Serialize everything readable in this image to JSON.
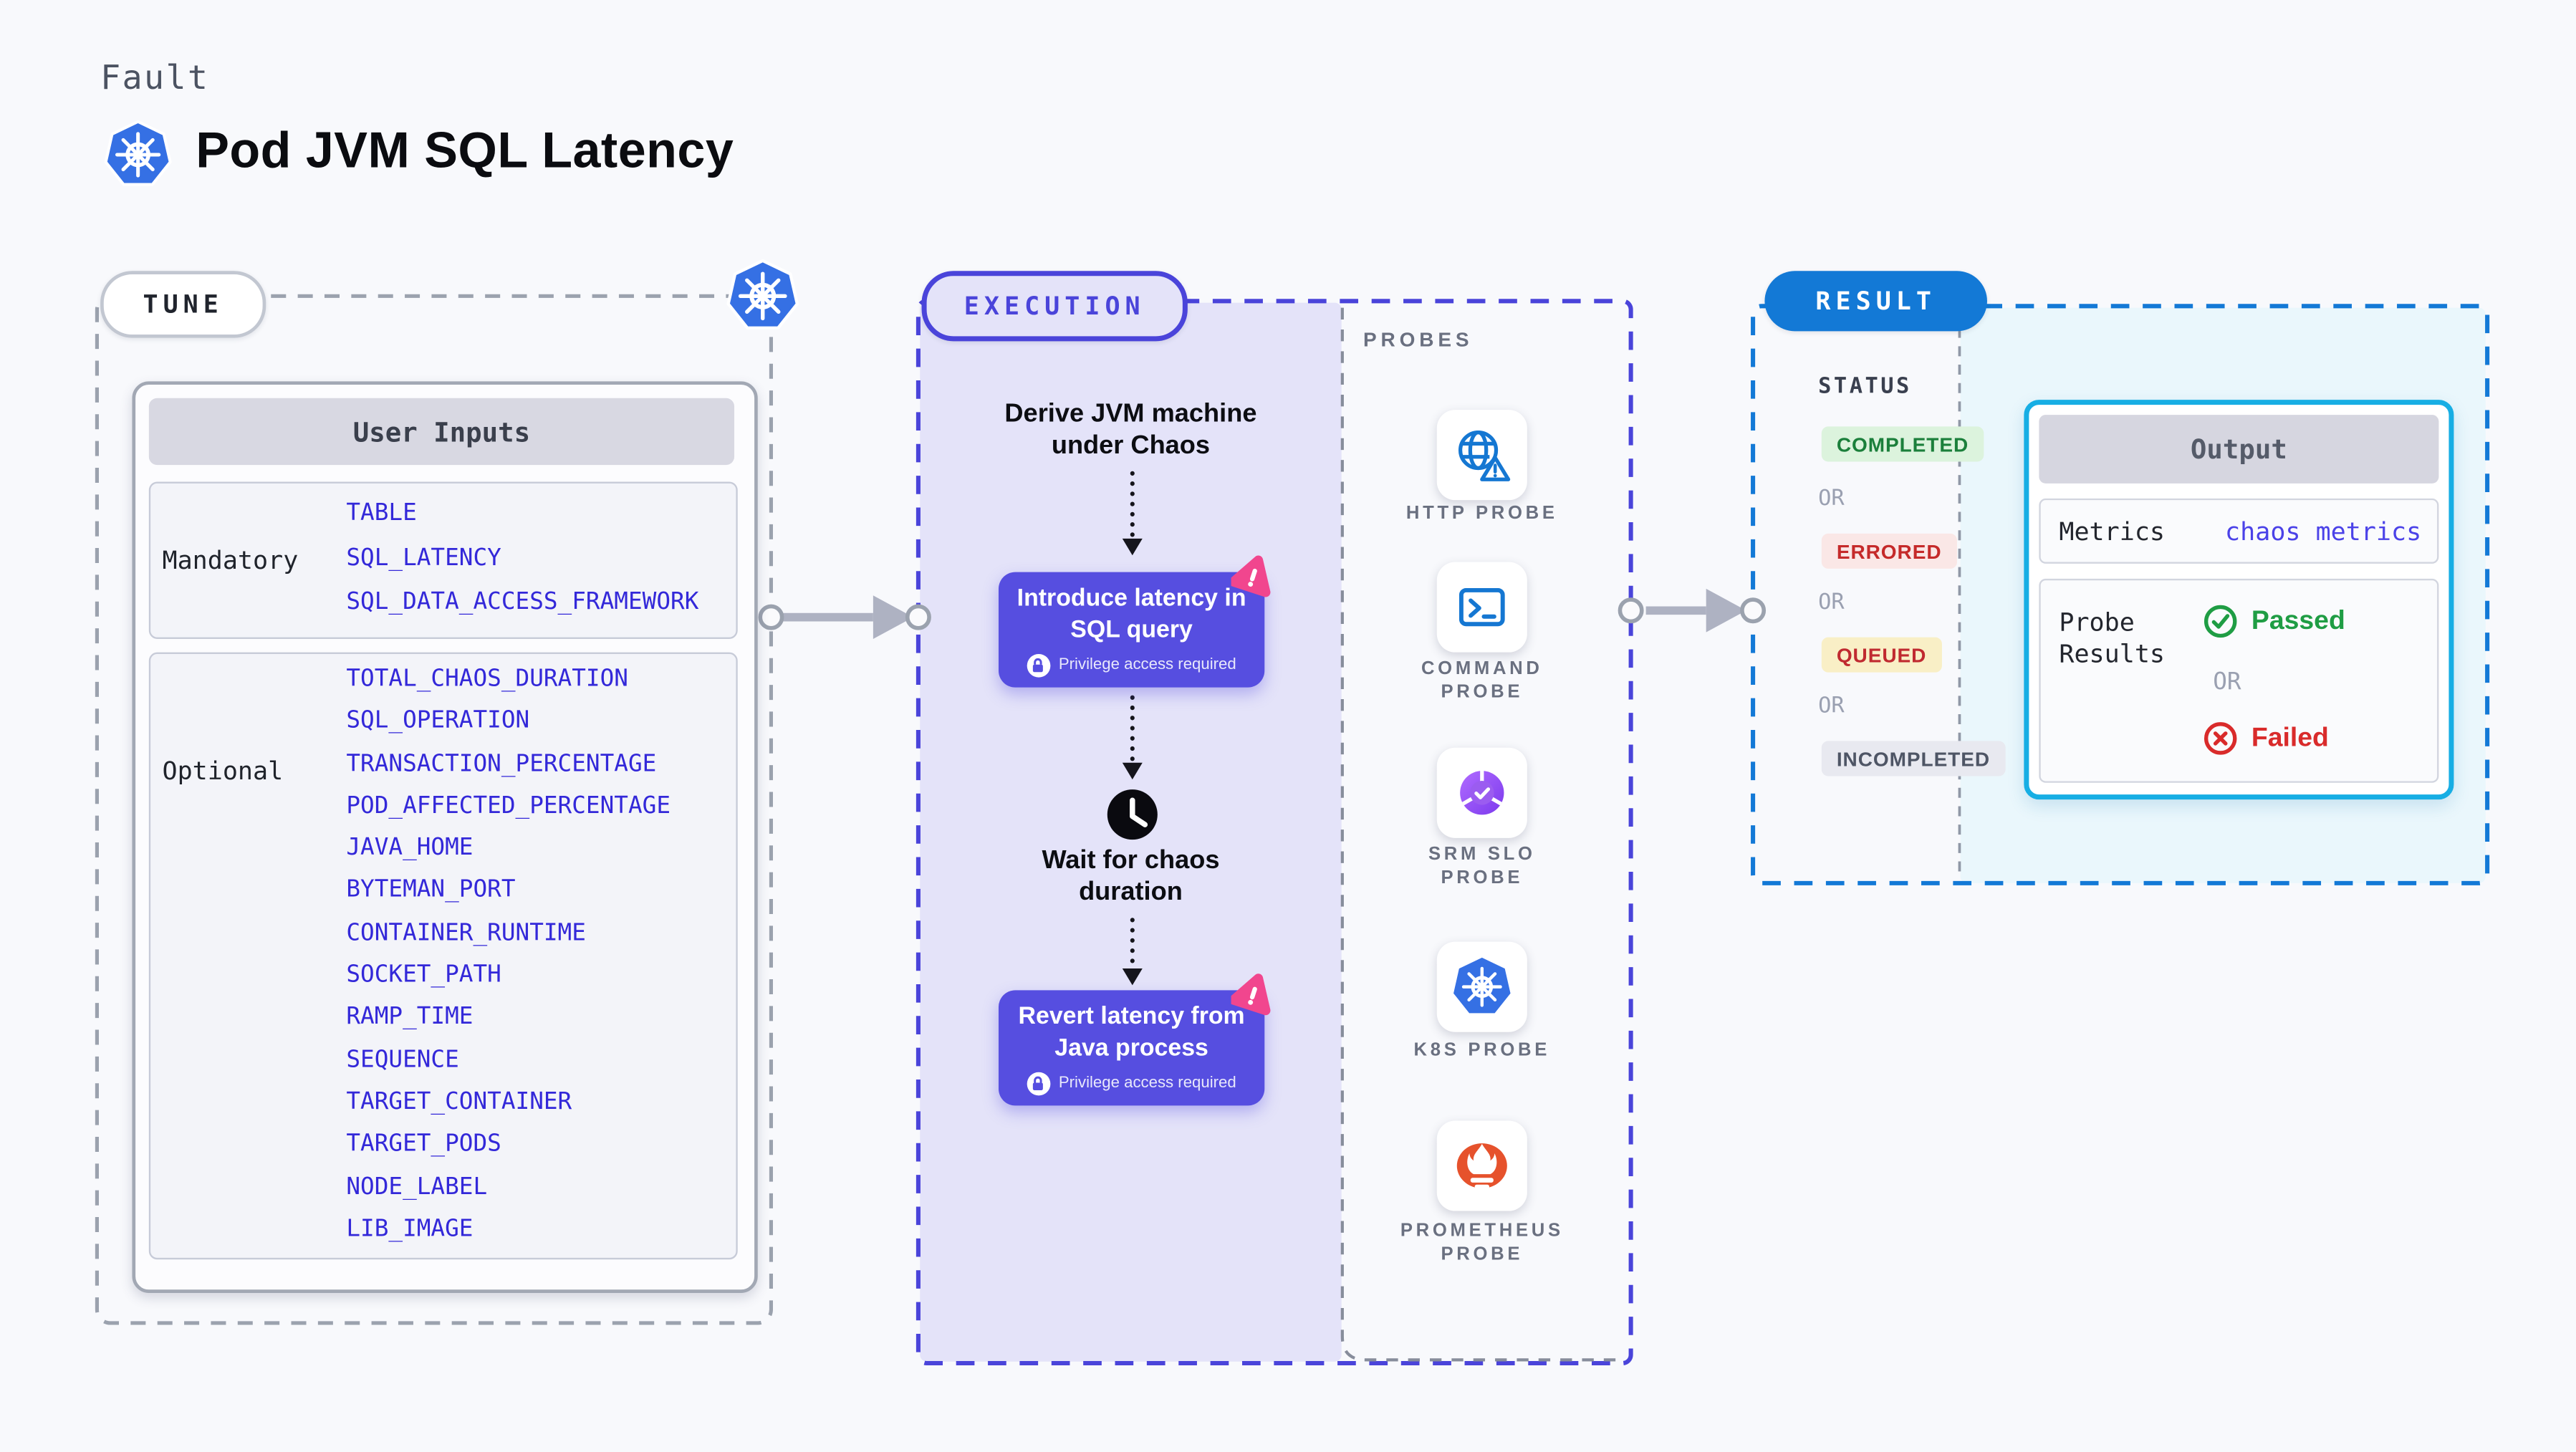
{
  "page": {
    "kicker": "Fault",
    "title": "Pod JVM SQL Latency"
  },
  "colors": {
    "page_bg": "#F8F9FC",
    "tune_dash": "#9BA2AE",
    "execution_accent": "#4A44DA",
    "execution_fill": "#E4E3F9",
    "action_button": "#564EE0",
    "litmus_pink": "#F1468E",
    "result_accent": "#1379D6",
    "result_fill": "#EAF7FC",
    "output_border": "#17AEE4",
    "param_value_blue": "#3328D9",
    "probe_icon_blue": "#1577D2",
    "prometheus_orange": "#E6522C",
    "passed_green": "#1F9D44",
    "failed_red": "#D92B2B"
  },
  "tune": {
    "label": "TUNE",
    "card_header": "User Inputs",
    "mandatory": {
      "label": "Mandatory",
      "values": [
        "TABLE",
        "SQL_LATENCY",
        "SQL_DATA_ACCESS_FRAMEWORK"
      ]
    },
    "optional": {
      "label": "Optional",
      "values": [
        "TOTAL_CHAOS_DURATION",
        "SQL_OPERATION",
        "TRANSACTION_PERCENTAGE",
        "POD_AFFECTED_PERCENTAGE",
        "JAVA_HOME",
        "BYTEMAN_PORT",
        "CONTAINER_RUNTIME",
        "SOCKET_PATH",
        "RAMP_TIME",
        "SEQUENCE",
        "TARGET_CONTAINER",
        "TARGET_PODS",
        "NODE_LABEL",
        "LIB_IMAGE"
      ]
    }
  },
  "execution": {
    "label": "EXECUTION",
    "derive": {
      "line1": "Derive JVM machine",
      "line2": "under Chaos"
    },
    "inject": {
      "line1": "Introduce latency in",
      "line2": "SQL query"
    },
    "wait": {
      "line1": "Wait for chaos",
      "line2": "duration"
    },
    "revert": {
      "line1": "Revert latency from",
      "line2": "Java process"
    },
    "privilege_note": "Privilege access required"
  },
  "probes": {
    "header": "PROBES",
    "items": [
      {
        "lines": [
          "HTTP PROBE"
        ]
      },
      {
        "lines": [
          "COMMAND",
          "PROBE"
        ]
      },
      {
        "lines": [
          "SRM SLO",
          "PROBE"
        ]
      },
      {
        "lines": [
          "K8S PROBE"
        ]
      },
      {
        "lines": [
          "PROMETHEUS",
          "PROBE"
        ]
      }
    ]
  },
  "result": {
    "label": "RESULT",
    "status_header": "STATUS",
    "or_label": "OR",
    "statuses": [
      "COMPLETED",
      "ERRORED",
      "QUEUED",
      "INCOMPLETED"
    ],
    "output": {
      "header": "Output",
      "metrics_label": "Metrics",
      "metrics_value": "chaos metrics",
      "probe_results_line1": "Probe",
      "probe_results_line2": "Results",
      "passed": "Passed",
      "failed": "Failed"
    }
  }
}
